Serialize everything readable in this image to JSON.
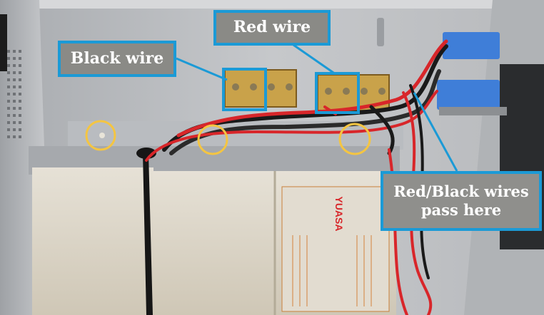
{
  "labels": {
    "red_wire": "Red wire",
    "black_wire": "Black wire",
    "pass_here_line1": "Red/Black wires",
    "pass_here_line2": "pass here"
  },
  "battery_brand": "YUASA",
  "colors": {
    "callout_border": "#1b9ad6",
    "marker_circle": "#f4c542",
    "red_wire": "#d8262a",
    "black_wire": "#1a1a1a",
    "connector_blue": "#3f7ed8"
  }
}
